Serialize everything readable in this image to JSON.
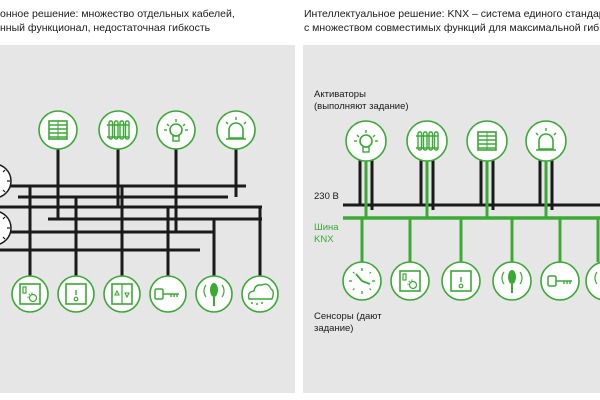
{
  "left_panel": {
    "heading_line1": "онное решение: множество отдельных кабелей,",
    "heading_line2": "нный функционал, недостаточная гибкость",
    "actuator_icons": [
      "blinds-icon",
      "radiator-icon",
      "bulb-icon",
      "alarm-light-icon"
    ],
    "sensor_icons": [
      "dimmer-icon",
      "switch-icon",
      "blind-switch-icon",
      "key-icon",
      "remote-icon",
      "weather-icon"
    ],
    "clock_icons": [
      "clock-icon",
      "clock-icon"
    ]
  },
  "right_panel": {
    "heading_line1": "Интеллектуальное решение: KNX – система единого стандарт",
    "heading_line2": "с множеством совместимых функций для максимальной гибк",
    "actuators_label_line1": "Активаторы",
    "actuators_label_line2": "(выполняют задание)",
    "power_label": "230 В",
    "bus_label_line1": "Шина",
    "bus_label_line2": "KNX",
    "sensors_label_line1": "Сенсоры (дают",
    "sensors_label_line2": "задание)",
    "actuator_icons": [
      "bulb-icon",
      "radiator-icon",
      "blinds-icon",
      "alarm-light-icon"
    ],
    "sensor_icons": [
      "clock-icon",
      "dimmer-icon",
      "switch-icon",
      "remote-icon",
      "key-icon",
      "remote-icon"
    ]
  },
  "colors": {
    "green": "#3aaa35",
    "black": "#1a1a1a",
    "panel_bg": "#e6e6e6"
  }
}
